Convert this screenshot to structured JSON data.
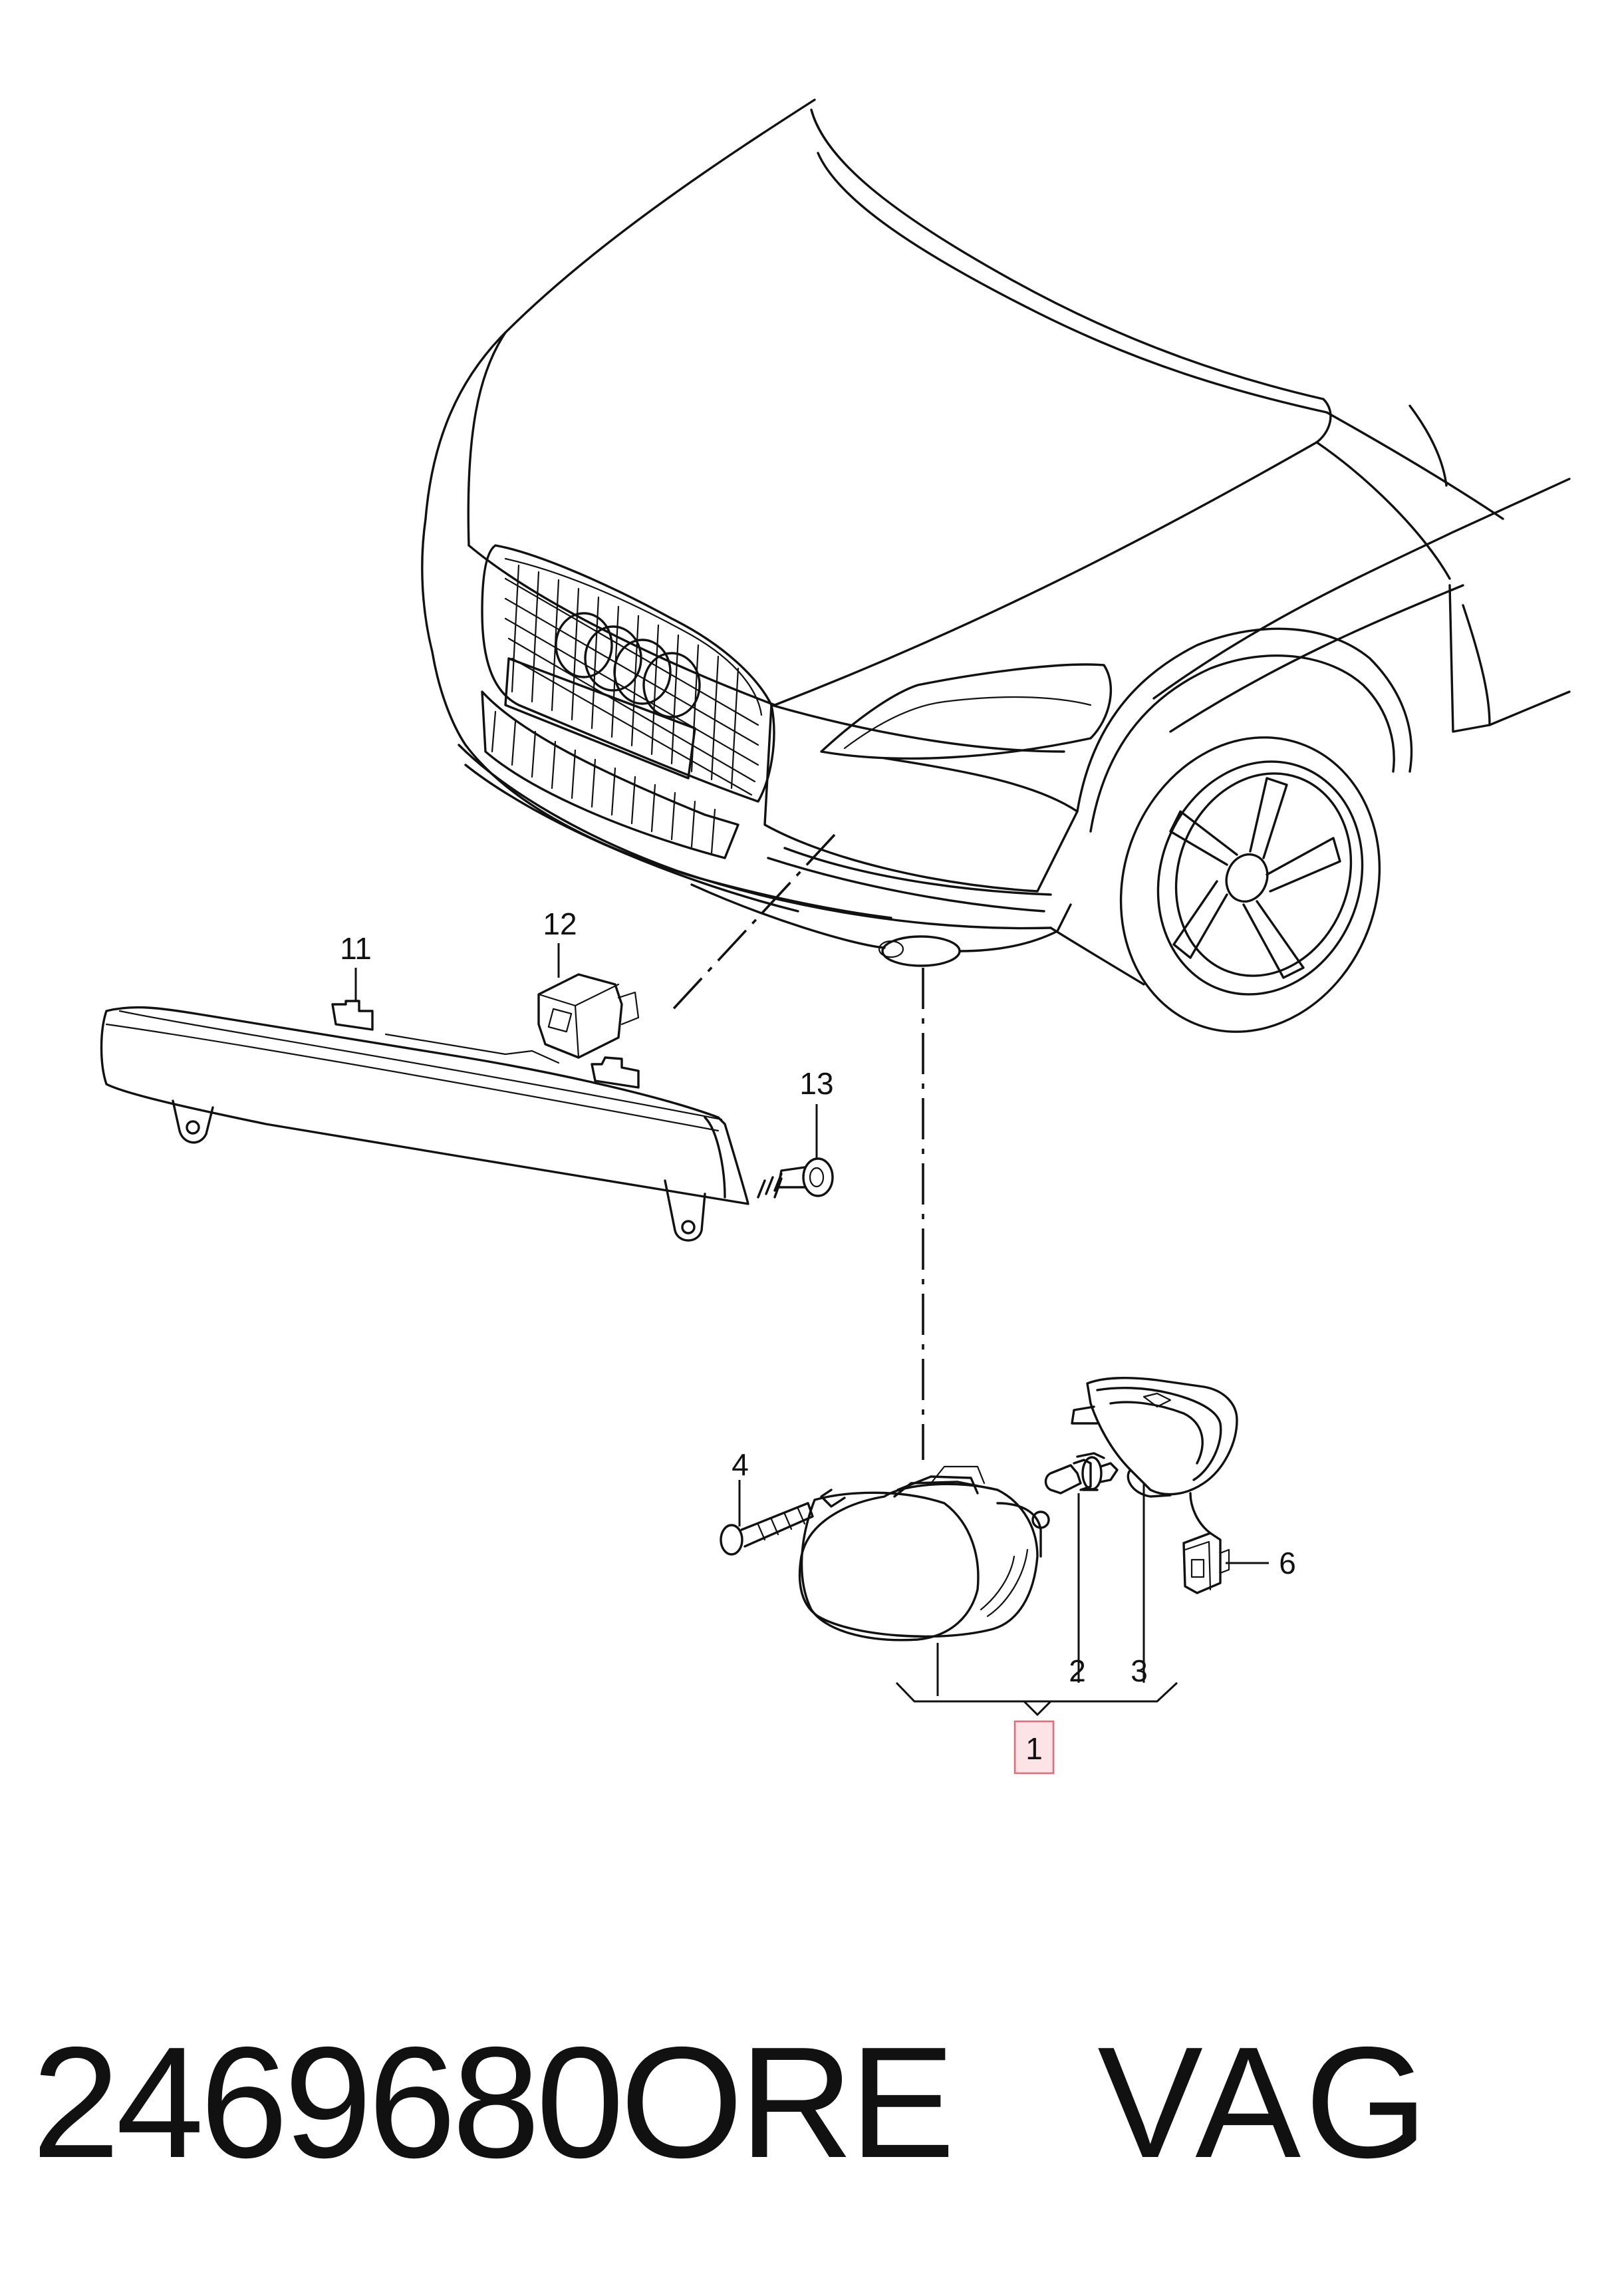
{
  "diagram": {
    "callouts": [
      {
        "id": "1",
        "label": "1",
        "highlighted": true
      },
      {
        "id": "2",
        "label": "2"
      },
      {
        "id": "3",
        "label": "3"
      },
      {
        "id": "4",
        "label": "4"
      },
      {
        "id": "6",
        "label": "6"
      },
      {
        "id": "11",
        "label": "11"
      },
      {
        "id": "12",
        "label": "12"
      },
      {
        "id": "13",
        "label": "13"
      }
    ],
    "highlight_color": "#fbe3e6",
    "highlight_border": "#e46a7a",
    "line_color": "#111111"
  },
  "footer": {
    "part_number": "2469680ORE",
    "brand": "VAG"
  }
}
